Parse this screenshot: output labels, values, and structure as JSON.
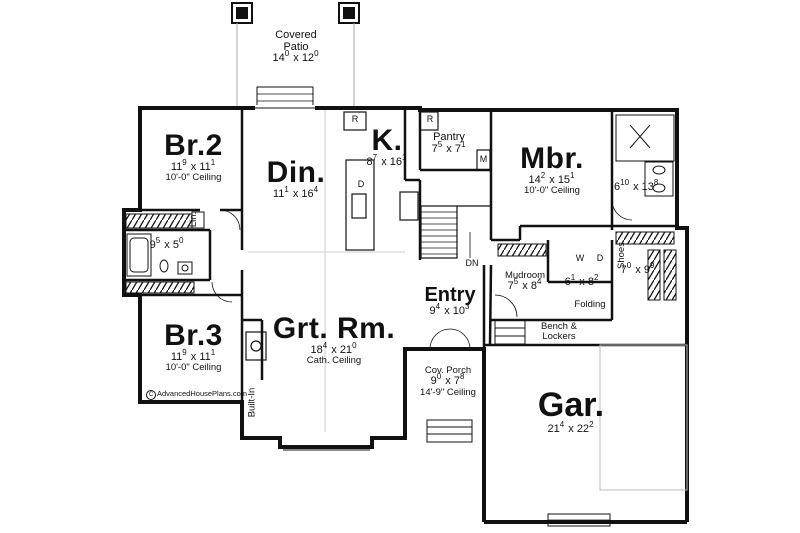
{
  "rooms": {
    "patio": {
      "name_line1": "Covered",
      "name_line2": "Patio",
      "dim_a": "14",
      "dim_a_sup": "0",
      "dim_b": "12",
      "dim_b_sup": "0"
    },
    "br2": {
      "name": "Br.2",
      "dim_a": "11",
      "dim_a_sup": "9",
      "dim_b": "11",
      "dim_b_sup": "1",
      "ceiling": "10'-0\" Ceiling"
    },
    "br3": {
      "name": "Br.3",
      "dim_a": "11",
      "dim_a_sup": "9",
      "dim_b": "11",
      "dim_b_sup": "1",
      "ceiling": "10'-0\" Ceiling"
    },
    "din": {
      "name": "Din.",
      "dim_a": "11",
      "dim_a_sup": "1",
      "dim_b": "16",
      "dim_b_sup": "4"
    },
    "kitchen": {
      "name": "K.",
      "dim_a": "8",
      "dim_a_sup": "7",
      "dim_b": "16",
      "dim_b_sup": "1"
    },
    "pantry": {
      "name": "Pantry",
      "dim_a": "7",
      "dim_a_sup": "5",
      "dim_b": "7",
      "dim_b_sup": "1"
    },
    "mbr": {
      "name": "Mbr.",
      "dim_a": "14",
      "dim_a_sup": "2",
      "dim_b": "15",
      "dim_b_sup": "1",
      "ceiling": "10'-0\" Ceiling"
    },
    "mbath": {
      "dim_a": "6",
      "dim_a_sup": "10",
      "dim_b": "13",
      "dim_b_sup": "8"
    },
    "hall_bath": {
      "dim_a": "9",
      "dim_a_sup": "5",
      "dim_b": "5",
      "dim_b_sup": "0"
    },
    "grt": {
      "name": "Grt. Rm.",
      "dim_a": "18",
      "dim_a_sup": "4",
      "dim_b": "21",
      "dim_b_sup": "0",
      "ceiling": "Cath. Ceiling"
    },
    "entry": {
      "name": "Entry",
      "dim_a": "9",
      "dim_a_sup": "4",
      "dim_b": "10",
      "dim_b_sup": "3"
    },
    "mudroom": {
      "name": "Mudroom",
      "dim_a": "7",
      "dim_a_sup": "5",
      "dim_b": "8",
      "dim_b_sup": "4"
    },
    "laundry": {
      "dim_a": "6",
      "dim_a_sup": "1",
      "dim_b": "8",
      "dim_b_sup": "2"
    },
    "wic": {
      "dim_a": "7",
      "dim_a_sup": "0",
      "dim_b": "9",
      "dim_b_sup": "9"
    },
    "cov_porch": {
      "name": "Cov. Porch",
      "dim_a": "9",
      "dim_a_sup": "0",
      "dim_b": "7",
      "dim_b_sup": "8",
      "ceiling": "14'-9\" Ceiling"
    },
    "garage": {
      "name": "Gar.",
      "dim_a": "21",
      "dim_a_sup": "4",
      "dim_b": "22",
      "dim_b_sup": "2"
    }
  },
  "labels": {
    "lin": "Lin.",
    "built_in": "Built-In",
    "shoes": "Shoes",
    "folding": "Folding",
    "bench_line1": "Bench &",
    "bench_line2": "Lockers",
    "dn": "DN",
    "fridge": "R",
    "fridge2": "R",
    "microwave": "M",
    "dishwasher": "D",
    "washer": "W",
    "dryer": "D",
    "dim_sep": "x"
  },
  "watermark": {
    "symbol": "C",
    "text": "AdvancedHousePlans.com"
  },
  "colors": {
    "wall": "#111111",
    "grid": "#cccccc",
    "paper": "#ffffff"
  }
}
